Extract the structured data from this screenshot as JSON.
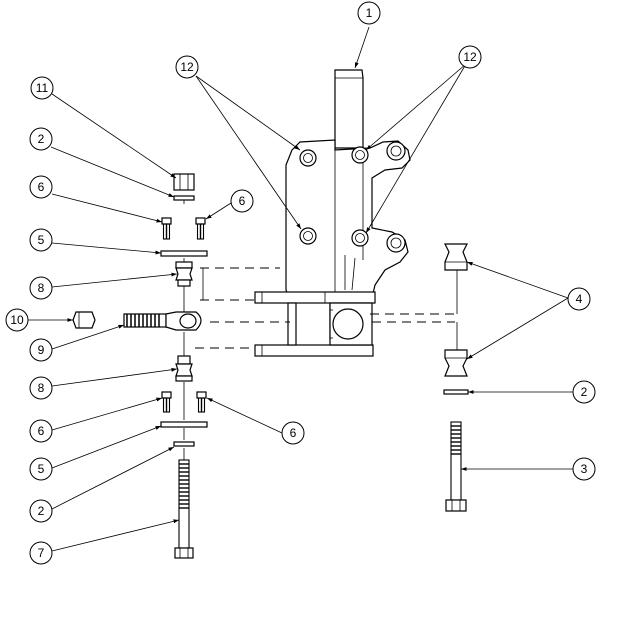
{
  "callouts": {
    "c1": "1",
    "c12a": "12",
    "c12b": "12",
    "c11": "11",
    "c2a": "2",
    "c6a": "6",
    "c6b": "6",
    "c5a": "5",
    "c8a": "8",
    "c10": "10",
    "c9": "9",
    "c8b": "8",
    "c6c": "6",
    "c6d": "6",
    "c5b": "5",
    "c2b": "2",
    "c7": "7",
    "c4": "4",
    "c2c": "2",
    "c3": "3"
  },
  "colors": {
    "line": "#000000",
    "background": "#ffffff"
  }
}
